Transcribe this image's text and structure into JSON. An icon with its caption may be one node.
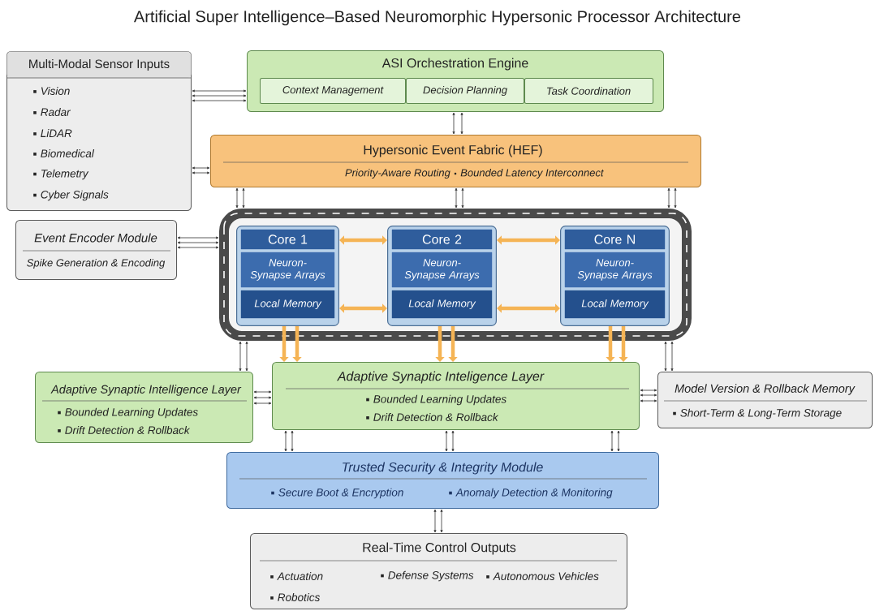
{
  "diagram": {
    "title": "Artificial Super Intelligence–Based Neuromorphic Hypersonic Processor Architecture",
    "nodes": [
      {
        "text": [
          "Multi-Modal Sensor Inputs",
          "Vision",
          "Radar",
          "LiDAR",
          "Biomedical",
          "Telemetry",
          "Cyber Signals"
        ]
      },
      {
        "text": [
          "ASI Orchestration Engine"
        ]
      },
      {
        "text": [
          "Context Management"
        ],
        "in": 1
      },
      {
        "text": [
          "Decision Planning"
        ],
        "in": 1
      },
      {
        "text": [
          "Task Coordination"
        ],
        "in": 1
      },
      {
        "text": [
          "Hypersonic Event Fabric (HEF)",
          "Priority-Aware Routing",
          "Bounded Latency Interconnect"
        ]
      },
      {
        "text": [
          "Event Encoder Module",
          "Spike Generation & Encoding"
        ]
      },
      {
        "text": [],
        "shape": "box"
      },
      {
        "text": [
          "Core 1",
          "Neuron-Synapse Arrays",
          "Local Memory"
        ],
        "in": 7
      },
      {
        "text": [
          "Core 2",
          "Neuron-Synapse Arrays",
          "Local Memory"
        ],
        "in": 7
      },
      {
        "text": [
          "Core N",
          "Neuron-Synapse Arrays",
          "Local Memory"
        ],
        "in": 7
      },
      {
        "text": [
          "Adaptive Synaptic Intelligence Layer",
          "Bounded Learning Updates",
          "Drift Detection & Rollback"
        ]
      },
      {
        "text": [
          "Adaptive Synaptic Inteligence Layer",
          "Bounded Learning Updates",
          "Drift Detection & Rollback"
        ]
      },
      {
        "text": [
          "Model Version & Rollback Memory",
          "Short-Term & Long-Term Storage"
        ]
      },
      {
        "text": [
          "Trusted Security & Integrity Module",
          "Secure Boot & Encryption",
          "Anomaly Detection & Monitoring"
        ]
      },
      {
        "text": [
          "Real-Time Control Outputs",
          "Actuation",
          "Defense Systems",
          "Autonomous Vehicles",
          "Robotics"
        ]
      }
    ],
    "edges": [
      {
        "from": 0,
        "to": 1,
        "arrow": "both"
      },
      {
        "from": 0,
        "to": 1,
        "arrow": "both"
      },
      {
        "from": 0,
        "to": 1,
        "arrow": "both"
      },
      {
        "from": 0,
        "to": 5,
        "arrow": "both"
      },
      {
        "from": 0,
        "to": 5,
        "arrow": "both"
      },
      {
        "from": 1,
        "to": 5,
        "arrow": "both"
      },
      {
        "from": 1,
        "to": 5,
        "arrow": "both"
      },
      {
        "from": 5,
        "to": 7,
        "arrow": "both"
      },
      {
        "from": 5,
        "to": 7,
        "arrow": "both"
      },
      {
        "from": 5,
        "to": 7,
        "arrow": "both"
      },
      {
        "from": 5,
        "to": 7,
        "arrow": "both"
      },
      {
        "from": 5,
        "to": 7,
        "arrow": "both"
      },
      {
        "from": 5,
        "to": 7,
        "arrow": "both"
      },
      {
        "from": 6,
        "to": 7,
        "arrow": "both"
      },
      {
        "from": 6,
        "to": 7,
        "arrow": "both"
      },
      {
        "from": 6,
        "to": 7,
        "arrow": "both"
      },
      {
        "from": 8,
        "to": 9,
        "arrow": "both",
        "style": "thick",
        "color": "#f5b455"
      },
      {
        "from": 8,
        "to": 9,
        "arrow": "both",
        "style": "thick",
        "color": "#f5b455"
      },
      {
        "from": 9,
        "to": 10,
        "arrow": "both",
        "style": "thick",
        "color": "#f5b455"
      },
      {
        "from": 9,
        "to": 10,
        "arrow": "both",
        "style": "thick",
        "color": "#f5b455"
      },
      {
        "from": 8,
        "to": 12,
        "arrow": "to",
        "style": "thick",
        "color": "#f5b455"
      },
      {
        "from": 8,
        "to": 12,
        "arrow": "to",
        "style": "thick",
        "color": "#f5b455"
      },
      {
        "from": 9,
        "to": 12,
        "arrow": "to",
        "style": "thick",
        "color": "#f5b455"
      },
      {
        "from": 9,
        "to": 12,
        "arrow": "to",
        "style": "thick",
        "color": "#f5b455"
      },
      {
        "from": 10,
        "to": 12,
        "arrow": "to",
        "style": "thick",
        "color": "#f5b455"
      },
      {
        "from": 10,
        "to": 12,
        "arrow": "to",
        "style": "thick",
        "color": "#f5b455"
      },
      {
        "from": 7,
        "to": 11,
        "arrow": "both"
      },
      {
        "from": 7,
        "to": 11,
        "arrow": "both"
      },
      {
        "from": 7,
        "to": 13,
        "arrow": "both"
      },
      {
        "from": 7,
        "to": 13,
        "arrow": "both"
      },
      {
        "from": 11,
        "to": 12,
        "arrow": "both"
      },
      {
        "from": 11,
        "to": 12,
        "arrow": "both"
      },
      {
        "from": 11,
        "to": 12,
        "arrow": "both"
      },
      {
        "from": 12,
        "to": 13,
        "arrow": "both"
      },
      {
        "from": 12,
        "to": 13,
        "arrow": "both"
      },
      {
        "from": 12,
        "to": 13,
        "arrow": "both"
      },
      {
        "from": 12,
        "to": 14,
        "arrow": "both"
      },
      {
        "from": 12,
        "to": 14,
        "arrow": "both"
      },
      {
        "from": 12,
        "to": 14,
        "arrow": "both"
      },
      {
        "from": 12,
        "to": 14,
        "arrow": "both"
      },
      {
        "from": 12,
        "to": 14,
        "arrow": "both"
      },
      {
        "from": 12,
        "to": 14,
        "arrow": "both"
      },
      {
        "from": 14,
        "to": 15,
        "arrow": "both"
      },
      {
        "from": 14,
        "to": 15,
        "arrow": "both"
      }
    ]
  }
}
